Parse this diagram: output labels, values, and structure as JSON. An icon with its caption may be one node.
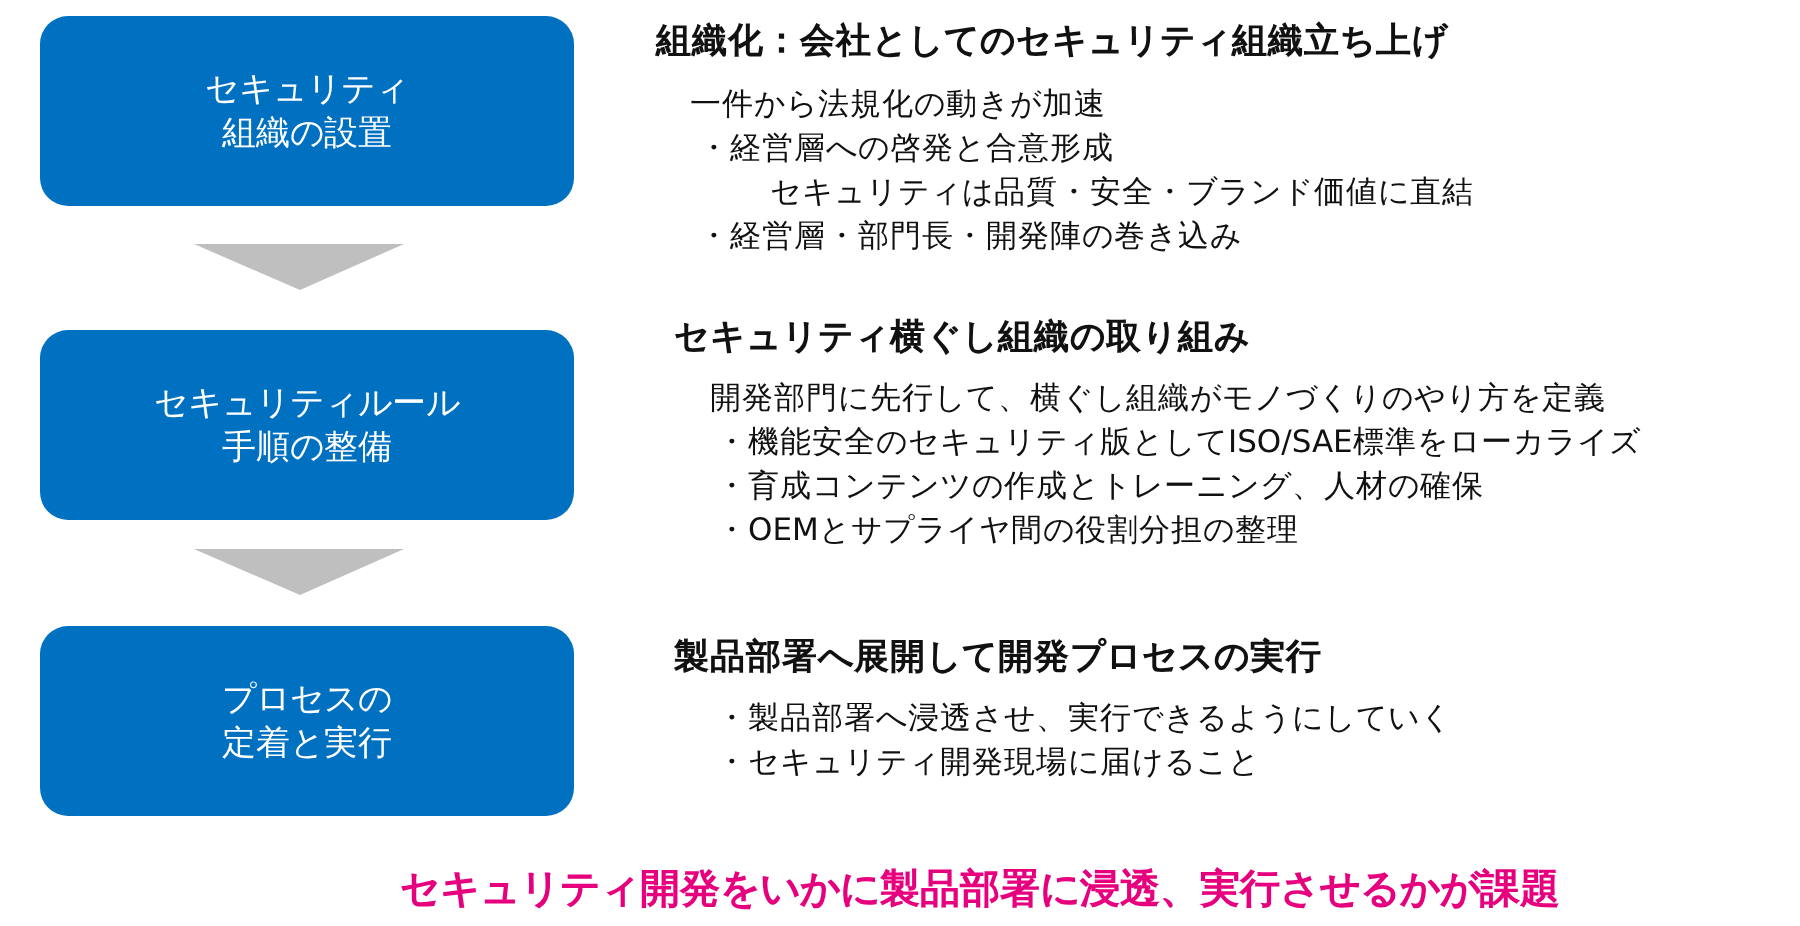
{
  "diagram": {
    "nodes": [
      {
        "text": [
          "セキュリティ組織の設置"
        ],
        "beside": [
          "組織化：会社としてのセキュリティ組織立ち上げ",
          "一件から法規化の動きが加速",
          "・経営層への啓発と合意形成",
          "セキュリティは品質・安全・ブランド価値に直結",
          "・経営層・部門長・開発陣の巻き込み"
        ]
      },
      {
        "text": [
          "セキュリティルール手順の整備"
        ],
        "beside": [
          "セキュリティ横ぐし組織の取り組み",
          "開発部門に先行して、横ぐし組織がモノづくりのやり方を定義",
          "・機能安全のセキュリティ版としてISO/SAE標準をローカライズ",
          "・育成コンテンツの作成とトレーニング、人材の確保",
          "・OEMとサプライヤ間の役割分担の整理"
        ]
      },
      {
        "text": [
          "プロセスの定着と実行"
        ],
        "beside": [
          "製品部署へ展開して開発プロセスの実行",
          "・製品部署へ浸透させ、実行できるようにしていく",
          "・セキュリティ開発現場に届けること"
        ]
      }
    ],
    "edges": [
      {
        "from": 0,
        "to": 1,
        "arrow": "to"
      },
      {
        "from": 1,
        "to": 2,
        "arrow": "to"
      }
    ],
    "labels": [
      "セキュリティ開発をいかに製品部署に浸透、実行させるかが課題"
    ]
  }
}
